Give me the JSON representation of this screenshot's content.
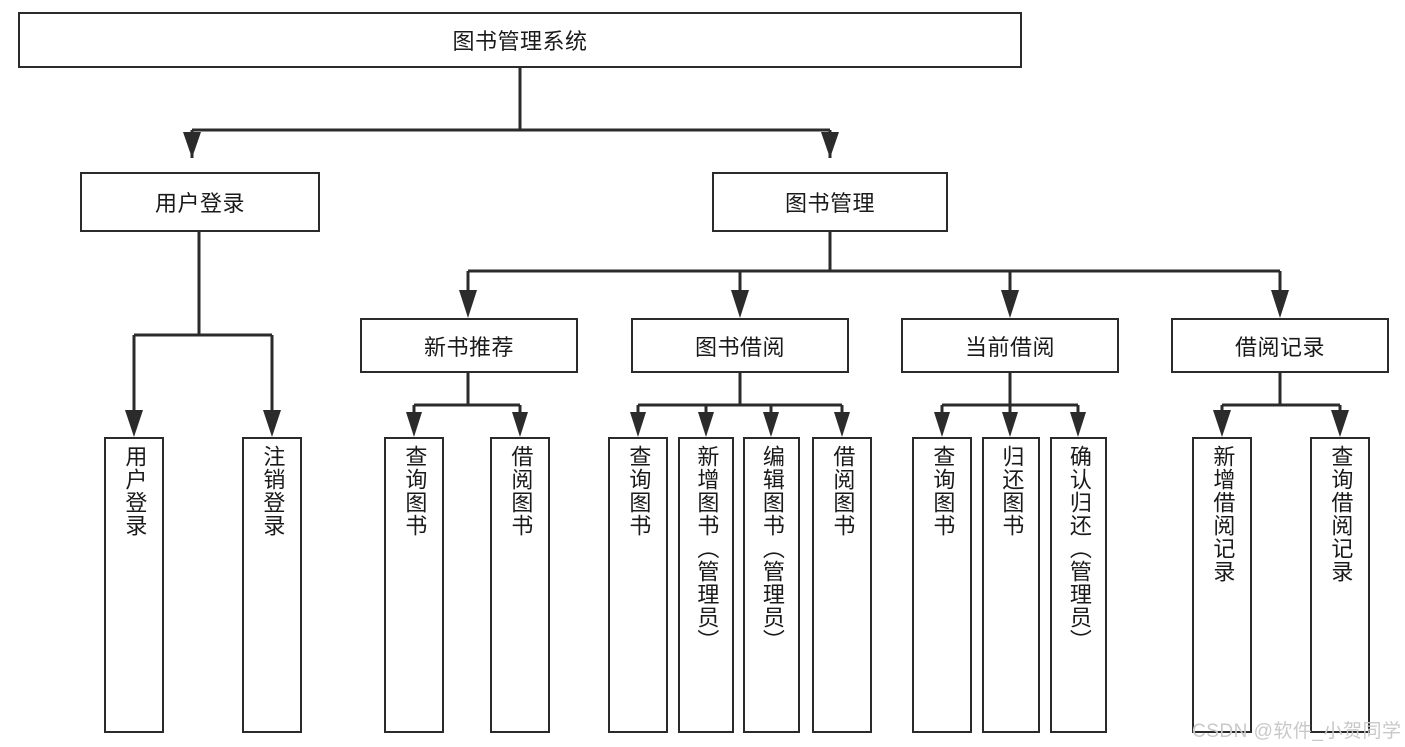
{
  "diagram": {
    "title": "图书管理系统",
    "type": "tree-hierarchy",
    "colors": {
      "stroke": "#2b2b2b",
      "fill": "#ffffff",
      "text": "#1a1a1a",
      "watermark": "#c9c9c9"
    },
    "root": {
      "label": "图书管理系统"
    },
    "level2": [
      {
        "label": "用户登录"
      },
      {
        "label": "图书管理"
      }
    ],
    "level3": [
      {
        "label": "新书推荐"
      },
      {
        "label": "图书借阅"
      },
      {
        "label": "当前借阅"
      },
      {
        "label": "借阅记录"
      }
    ],
    "leaves": {
      "user_login": [
        {
          "label": "用户登录"
        },
        {
          "label": "注销登录"
        }
      ],
      "new_book_recommend": [
        {
          "label": "查询图书"
        },
        {
          "label": "借阅图书"
        }
      ],
      "book_borrow": [
        {
          "label": "查询图书"
        },
        {
          "label": "新增图书（管理员）"
        },
        {
          "label": "编辑图书（管理员）"
        },
        {
          "label": "借阅图书"
        }
      ],
      "current_borrow": [
        {
          "label": "查询图书"
        },
        {
          "label": "归还图书"
        },
        {
          "label": "确认归还（管理员）"
        }
      ],
      "borrow_record": [
        {
          "label": "新增借阅记录"
        },
        {
          "label": "查询借阅记录"
        }
      ]
    }
  },
  "watermark": {
    "text": "CSDN @软件_小贺同学"
  }
}
